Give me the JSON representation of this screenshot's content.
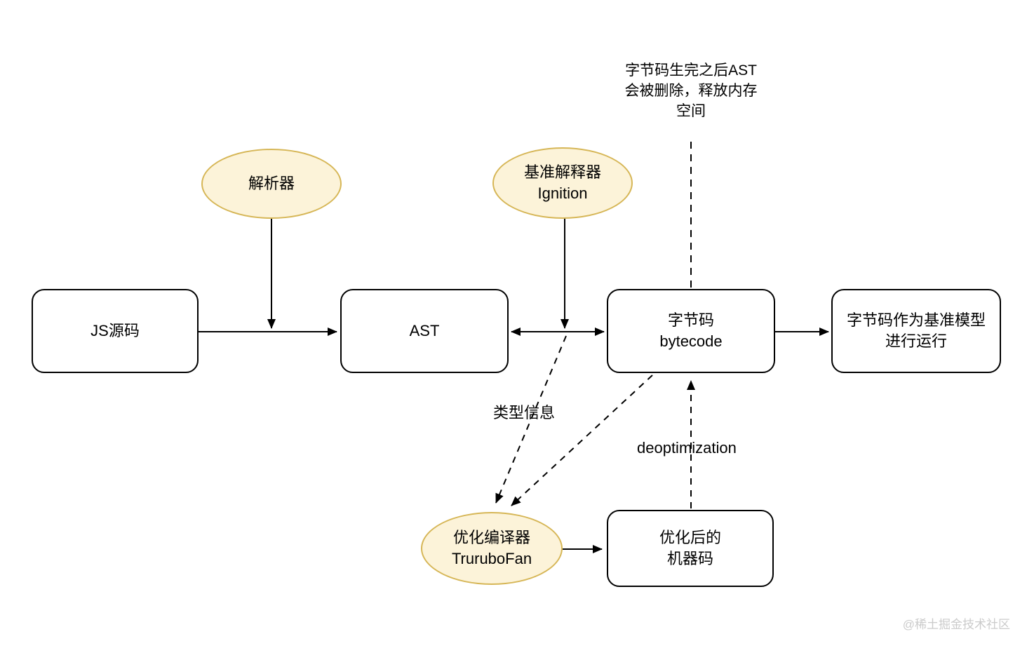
{
  "diagram": {
    "title_context": "V8 JavaScript compilation pipeline flowchart",
    "colors": {
      "background": "#ffffff",
      "node_fill": "#ffffff",
      "node_border": "#000000",
      "ellipse_fill": "#FCF3D9",
      "ellipse_border": "#D6B656",
      "text": "#000000",
      "watermark": "#cbcbcb"
    },
    "nodes": {
      "js_source": {
        "label": "JS源码"
      },
      "ast": {
        "label": "AST"
      },
      "bytecode": {
        "line1": "字节码",
        "line2": "bytecode"
      },
      "run_baseline": {
        "line1": "字节码作为基准模型",
        "line2": "进行运行"
      },
      "machine_code": {
        "line1": "优化后的",
        "line2": "机器码"
      },
      "parser": {
        "label": "解析器"
      },
      "ignition": {
        "line1": "基准解释器",
        "line2": "Ignition"
      },
      "turbofan": {
        "line1": "优化编译器",
        "line2": "TruruboFan"
      }
    },
    "annotations": {
      "ast_note": {
        "line1": "字节码生完之后AST",
        "line2": "会被删除，释放内存",
        "line3": "空间"
      },
      "type_info": "类型信息",
      "deoptimization": "deoptimization"
    },
    "watermark": "@稀土掘金技术社区"
  }
}
